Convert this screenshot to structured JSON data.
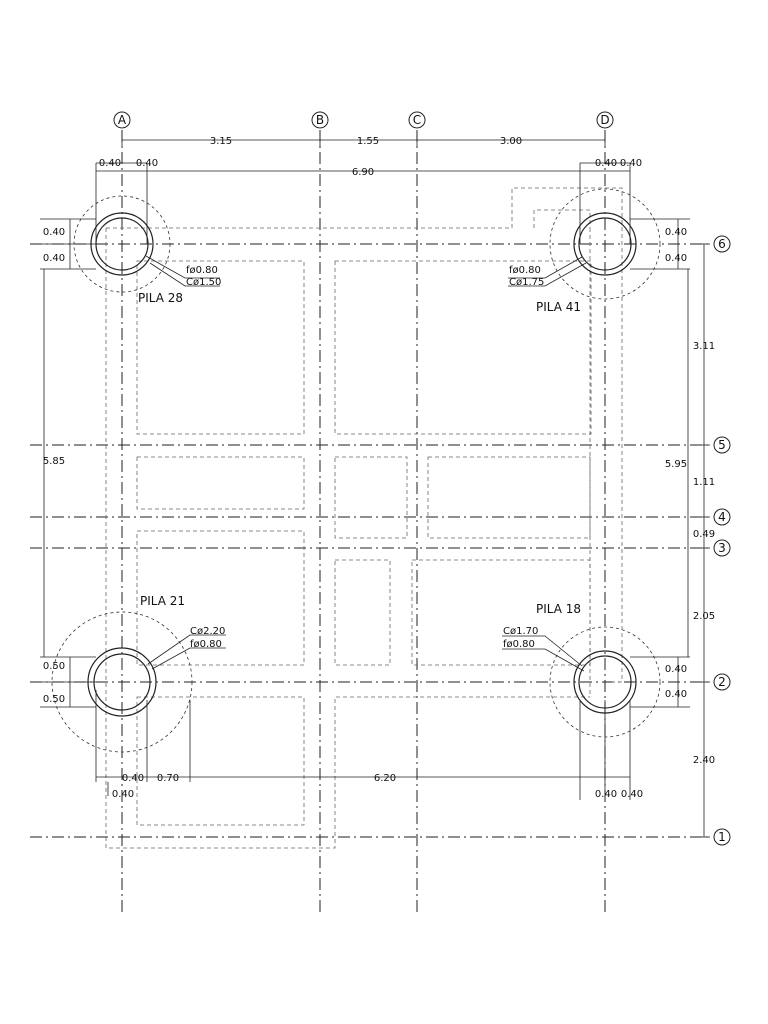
{
  "grid_axes": {
    "vertical": [
      "A",
      "B",
      "C",
      "D"
    ],
    "horizontal": [
      "6",
      "5",
      "4",
      "3",
      "2",
      "1"
    ]
  },
  "dimensions": {
    "top_ab": "3.15",
    "top_bc": "1.55",
    "top_cd": "3.00",
    "top_total": "6.90",
    "top_left_a": "0.40",
    "top_left_b": "0.40",
    "top_right_a": "0.40",
    "top_right_b": "0.40",
    "left_top_a": "0.40",
    "left_top_b": "0.40",
    "left_total": "5.85",
    "left_bot_a": "0.50",
    "left_bot_b": "0.50",
    "right_top_a": "0.40",
    "right_top_b": "0.40",
    "right_total": "5.95",
    "right_bot_a": "0.40",
    "right_bot_b": "0.40",
    "far_right_65": "3.11",
    "far_right_54": "1.11",
    "far_right_43": "0.49",
    "far_right_32": "2.05",
    "far_right_21": "2.40",
    "bot_a": "0.40",
    "bot_b": "0.40",
    "bot_c": "0.70",
    "bot_total": "6.20",
    "bot_right_a": "0.40",
    "bot_right_b": "0.40"
  },
  "piles": {
    "p28": {
      "label": "PILA  28",
      "f": "fø0.80",
      "c": "Cø1.50"
    },
    "p41": {
      "label": "PILA  41",
      "f": "fø0.80",
      "c": "Cø1.75"
    },
    "p21": {
      "label": "PILA  21",
      "f": "fø0.80",
      "c": "Cø2.20"
    },
    "p18": {
      "label": "PILA  18",
      "f": "fø0.80",
      "c": "Cø1.70"
    }
  }
}
